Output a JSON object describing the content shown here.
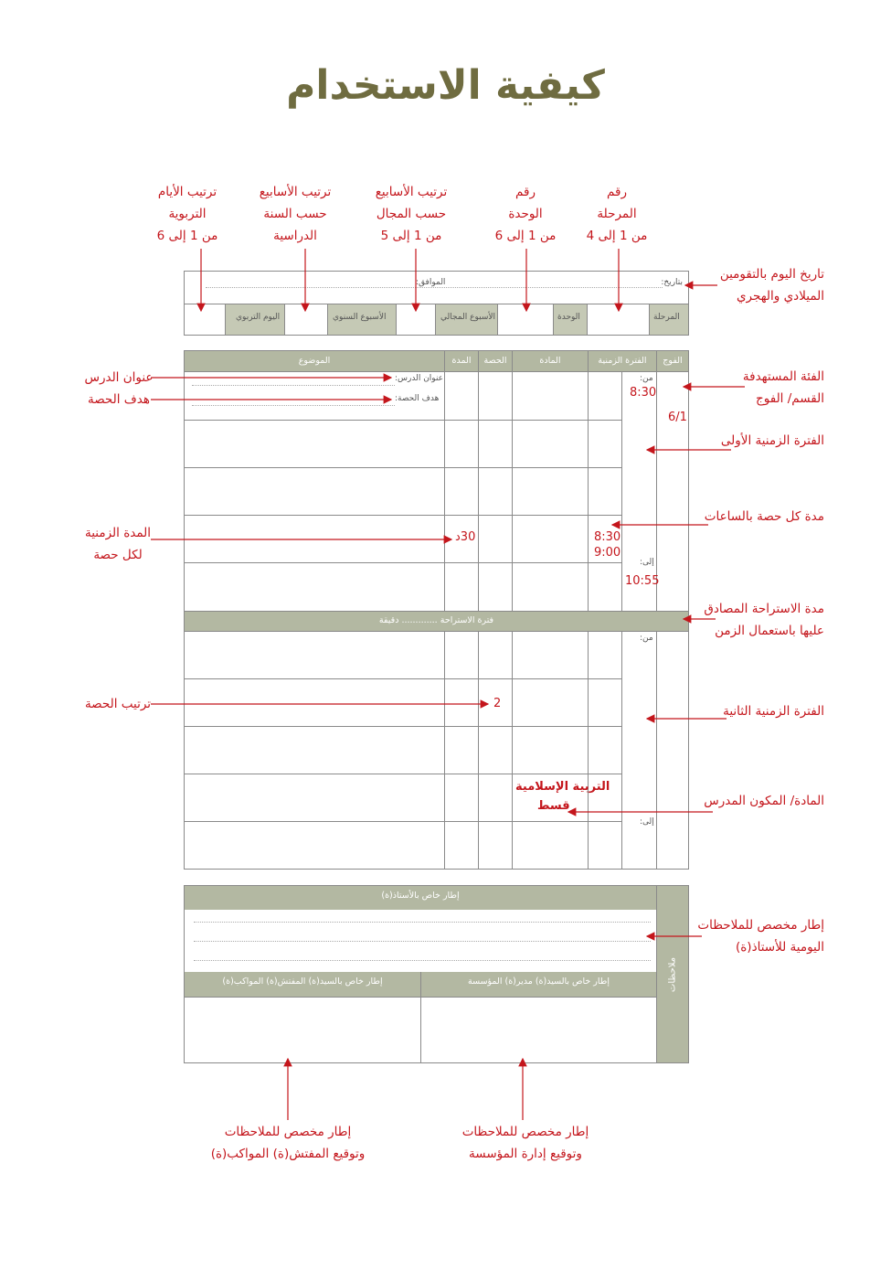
{
  "title": "كيفية الاستخدام",
  "top_annotations": [
    {
      "l1": "ترتيب الأيام",
      "l2": "التربوية",
      "l3": "من 1 إلى 6"
    },
    {
      "l1": "ترتيب الأسابيع",
      "l2": "حسب السنة",
      "l3": "الدراسية"
    },
    {
      "l1": "ترتيب الأسابيع",
      "l2": "حسب المجال",
      "l3": "من 1 إلى 5"
    },
    {
      "l1": "رقم",
      "l2": "الوحدة",
      "l3": "من 1 إلى 6"
    },
    {
      "l1": "رقم",
      "l2": "المرحلة",
      "l3": "من 1 إلى 4"
    }
  ],
  "date_box": {
    "date_label": "بتاريخ:",
    "corresponding_label": "الموافق:",
    "stage_label": "المرحلة",
    "unit_label": "الوحدة",
    "field_week_label": "الأسبوع المجالي",
    "annual_week_label": "الأسبوع السنوي",
    "edu_day_label": "اليوم التربوي"
  },
  "table": {
    "headers": [
      "الفوج",
      "الفترة الزمنية",
      "المادة",
      "الحصة",
      "المدة",
      "الموضوع"
    ],
    "lesson_title_label": "عنوان الدرس:",
    "lesson_goal_label": "هدف الحصة:",
    "from_label": "من:",
    "to_label": "إلى:",
    "break_label": "فترة الاستراحة ............. دقيقة",
    "examples": {
      "group": "6/1",
      "start_time": "8:30",
      "period_from": "8:30",
      "period_to": "9:00",
      "end_time": "10:55",
      "duration": "30د",
      "order": "2",
      "subject_line1": "التربية الإسلامية",
      "subject_line2": "قسط"
    }
  },
  "notes_box": {
    "side_label": "ملاحظات",
    "teacher_frame": "إطار خاص بالأستاذ(ة)",
    "inspector_frame": "إطار خاص بالسيد(ة) المفتش(ة) المواكب(ة)",
    "director_frame": "إطار خاص بالسيد(ة) مدير(ة) المؤسسة"
  },
  "side_annotations": {
    "date_note_l1": "تاريخ اليوم بالتقومين",
    "date_note_l2": "الميلادي والهجري",
    "target_l1": "الفئة المستهدفة",
    "target_l2": "القسم/ الفوج",
    "first_period": "الفترة الزمنية الأولى",
    "session_hours": "مدة كل حصة بالساعات",
    "break_l1": "مدة الاستراحة المصادق",
    "break_l2": "عليها باستعمال الزمن",
    "second_period": "الفترة الزمنية الثانية",
    "subject_note": "المادة/ المكون المدرس",
    "teacher_notes_l1": "إطار مخصص للملاحظات",
    "teacher_notes_l2": "اليومية للأستاذ(ة)",
    "lesson_title": "عنوان الدرس",
    "lesson_goal": "هدف الحصة",
    "duration_l1": "المدة الزمنية",
    "duration_l2": "لكل حصة",
    "session_order": "ترتيب الحصة",
    "inspector_l1": "إطار مخصص للملاحظات",
    "inspector_l2": "وتوقيع المفتش(ة) المواكب(ة)",
    "director_l1": "إطار مخصص للملاحظات",
    "director_l2": "وتوقيع إدارة المؤسسة"
  },
  "colors": {
    "accent_red": "#c4161c",
    "header_gray": "#b3b8a2",
    "title_olive": "#6f6c40"
  }
}
